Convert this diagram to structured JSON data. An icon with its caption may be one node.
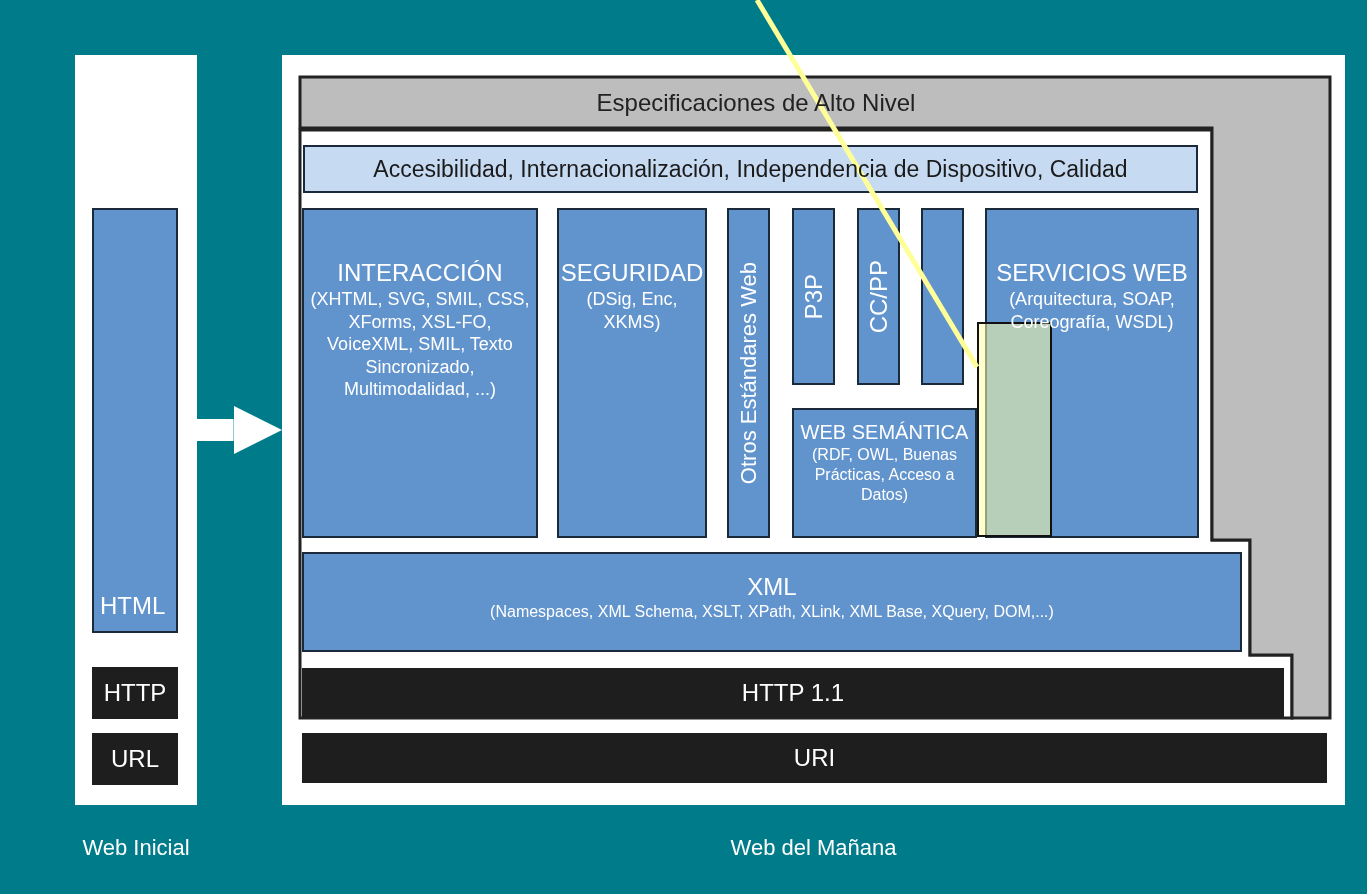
{
  "diagram": {
    "nodes": [
      {
        "text": [
          "Web Inicial"
        ]
      },
      {
        "text": [
          "HTML"
        ],
        "in": 0
      },
      {
        "text": [
          "HTTP"
        ],
        "in": 0
      },
      {
        "text": [
          "URL"
        ],
        "in": 0
      },
      {
        "text": [
          "Web del Mañana"
        ]
      },
      {
        "text": [
          "Especificaciones de Alto Nivel"
        ],
        "in": 4
      },
      {
        "text": [
          "Accesibilidad, Internacionalización, Independencia de Dispositivo, Calidad"
        ],
        "in": 4
      },
      {
        "text": [
          "INTERACCIÓN",
          "(XHTML, SVG, SMIL, CSS, XForms, XSL-FO, VoiceXML, SMIL, Texto Sincronizado, Multimodalidad, ...)"
        ],
        "in": 4
      },
      {
        "text": [
          "SEGURIDAD",
          "(DSig, Enc, XKMS)"
        ],
        "in": 4
      },
      {
        "text": [
          "Otros Estándares Web"
        ],
        "in": 4
      },
      {
        "text": [
          "P3P"
        ],
        "in": 4
      },
      {
        "text": [
          "CC/PP"
        ],
        "in": 4
      },
      {
        "text": [],
        "shape": "box",
        "in": 4
      },
      {
        "text": [
          "SERVICIOS WEB",
          "(Arquitectura, SOAP, Coreografía, WSDL)"
        ],
        "in": 4
      },
      {
        "text": [
          "WEB SEMÁNTICA",
          "(RDF, OWL, Buenas Prácticas, Acceso a Datos)"
        ],
        "in": 4
      },
      {
        "text": [
          "XML",
          "(Namespaces, XML Schema, XSLT, XPath, XLink, XML Base, XQuery, DOM,...)"
        ],
        "in": 4
      },
      {
        "text": [
          "HTTP 1.1"
        ],
        "in": 4
      },
      {
        "text": [
          "URI"
        ],
        "in": 4
      },
      {
        "text": [],
        "shape": "box",
        "in": 4
      }
    ],
    "edges": [
      {
        "from": 0,
        "to": 4,
        "arrow": "to",
        "style": "thick",
        "color": "#ffffff"
      },
      {
        "from": null,
        "to": 18,
        "arrow": "none",
        "color": "#ffff99"
      }
    ]
  }
}
